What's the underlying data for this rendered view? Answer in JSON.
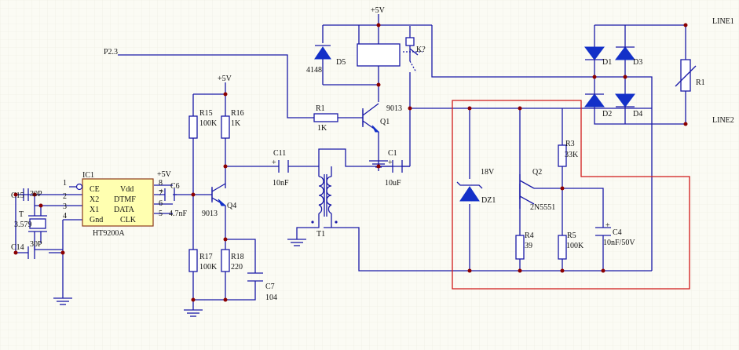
{
  "labels": {
    "vcc_top": "+5V",
    "vcc_left": "+5V",
    "vcc_ic": "+5V",
    "p23": "P2.3",
    "line1": "LINE1",
    "line2": "LINE2",
    "k": "K?",
    "d5": "D5",
    "d5_val": "4148",
    "r1a": "R1",
    "r1a_val": "1K",
    "q1": "Q1",
    "q1_val": "9013",
    "c1": "C1",
    "c1_val": "10uF",
    "c11": "C11",
    "c11_val": "10nF",
    "t1": "T1",
    "r15": "R15",
    "r15_val": "100K",
    "r16": "R16",
    "r16_val": "1K",
    "r17": "R17",
    "r17_val": "100K",
    "r18": "R18",
    "r18_val": "220",
    "q4": "Q4",
    "q4_val": "9013",
    "c6": "C6",
    "c6_val": "4.7nF",
    "c7": "C7",
    "c7_val": "104",
    "ic1": "IC1",
    "ic1_name": "HT9200A",
    "c15": "C15",
    "c15_val": "30P",
    "c14": "C14",
    "c14_val": "30P",
    "xtal": "T",
    "xtal_val": "3.579",
    "d1": "D1",
    "d2": "D2",
    "d3": "D3",
    "d4": "D4",
    "r1b": "R1",
    "dz1": "DZ1",
    "dz1_val": "18V",
    "q2": "Q2",
    "q2_val": "2N5551",
    "r3": "R3",
    "r3_val": "33K",
    "r4": "R4",
    "r4_val": "39",
    "r5": "R5",
    "r5_val": "100K",
    "c4": "C4",
    "c4_val": "10nF/50V",
    "plus": "+"
  },
  "ic_pins": [
    {
      "num": "1",
      "name": "CE"
    },
    {
      "num": "2",
      "name": "X2"
    },
    {
      "num": "3",
      "name": "X1"
    },
    {
      "num": "4",
      "name": "Gnd"
    },
    {
      "num": "8",
      "name": "Vdd"
    },
    {
      "num": "7",
      "name": "DTMF"
    },
    {
      "num": "6",
      "name": "DATA"
    },
    {
      "num": "5",
      "name": "CLK"
    }
  ],
  "colors": {
    "wire": "#1a1aa8",
    "part": "#1330c8",
    "junction": "#8b0000",
    "highlight": "#d01818",
    "background": "#fbfbf4"
  }
}
